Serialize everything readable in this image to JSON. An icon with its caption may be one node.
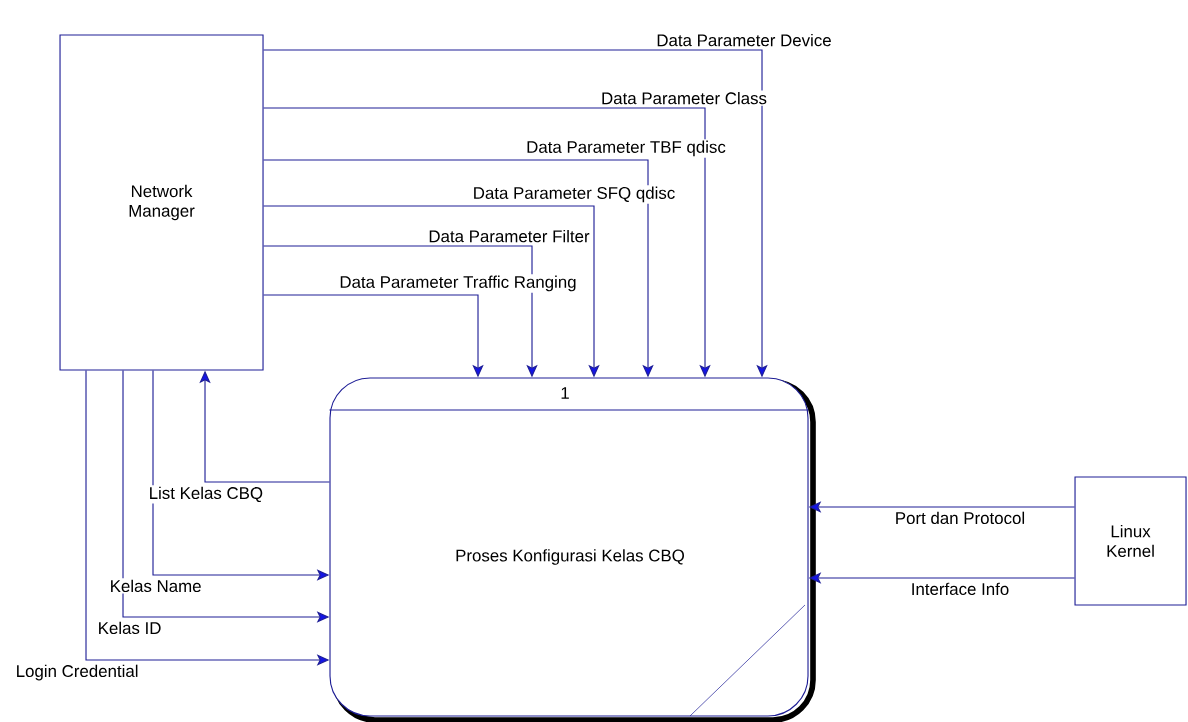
{
  "diagram": {
    "nodes": [
      {
        "text": [
          "Network Manager"
        ]
      },
      {
        "text": [
          "1",
          "Proses Konfigurasi Kelas CBQ"
        ]
      },
      {
        "text": [
          "Linux Kernel"
        ]
      }
    ],
    "edges": [
      {
        "from": 0,
        "to": 1,
        "arrow": "to",
        "label": "Data Parameter Device"
      },
      {
        "from": 0,
        "to": 1,
        "arrow": "to",
        "label": "Data Parameter Class"
      },
      {
        "from": 0,
        "to": 1,
        "arrow": "to",
        "label": "Data Parameter TBF qdisc"
      },
      {
        "from": 0,
        "to": 1,
        "arrow": "to",
        "label": "Data Parameter SFQ qdisc"
      },
      {
        "from": 0,
        "to": 1,
        "arrow": "to",
        "label": "Data Parameter Filter"
      },
      {
        "from": 0,
        "to": 1,
        "arrow": "to",
        "label": "Data Parameter Traffic Ranging"
      },
      {
        "from": 1,
        "to": 0,
        "arrow": "to",
        "label": "List Kelas CBQ"
      },
      {
        "from": 0,
        "to": 1,
        "arrow": "to",
        "label": "Kelas Name"
      },
      {
        "from": 0,
        "to": 1,
        "arrow": "to",
        "label": "Kelas ID"
      },
      {
        "from": 0,
        "to": 1,
        "arrow": "to",
        "label": "Login Credential"
      },
      {
        "from": 2,
        "to": 1,
        "arrow": "to",
        "label": "Port dan Protocol"
      },
      {
        "from": 2,
        "to": 1,
        "arrow": "to",
        "label": "Interface Info"
      }
    ]
  }
}
